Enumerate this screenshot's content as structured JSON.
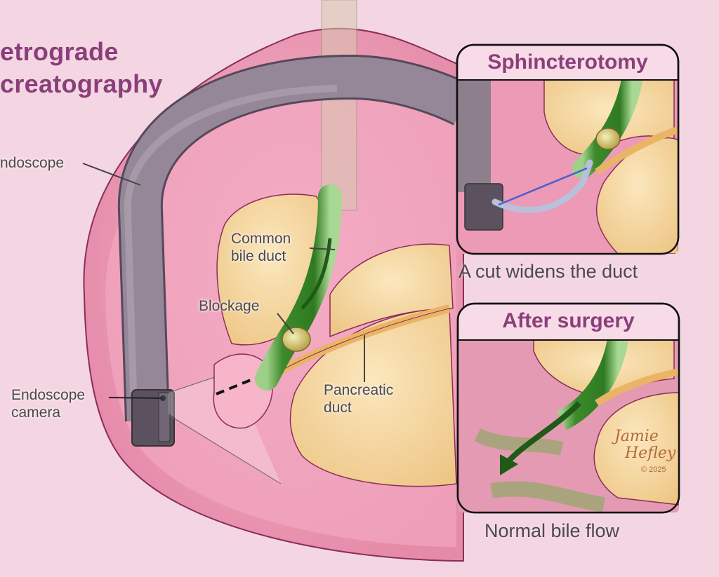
{
  "title": {
    "line1": "etrograde",
    "line2": "creatography"
  },
  "labels": {
    "endoscope": "ndoscope",
    "endoscope_camera_line1": "Endoscope",
    "endoscope_camera_line2": "camera",
    "common_bile_duct_line1": "Common",
    "common_bile_duct_line2": "bile duct",
    "blockage": "Blockage",
    "pancreatic_duct_line1": "Pancreatic",
    "pancreatic_duct_line2": "duct"
  },
  "insets": [
    {
      "title": "Sphincterotomy",
      "caption": "A cut widens the duct"
    },
    {
      "title": "After surgery",
      "caption": "Normal bile flow"
    }
  ],
  "signature": {
    "name_line1": "Jamie",
    "name_line2": "Hefley",
    "copyright": "© 2025"
  },
  "colors": {
    "title_purple": "#8a3f7a",
    "background_pink": "#f4d6e3",
    "tissue_pink": "#f0a3bd",
    "bile_green": "#3f8f2c",
    "pancreas_yellow": "#f3d59a",
    "endoscope_gray": "#8d7f8c",
    "cutting_wire_blue": "#4a5fd0"
  }
}
